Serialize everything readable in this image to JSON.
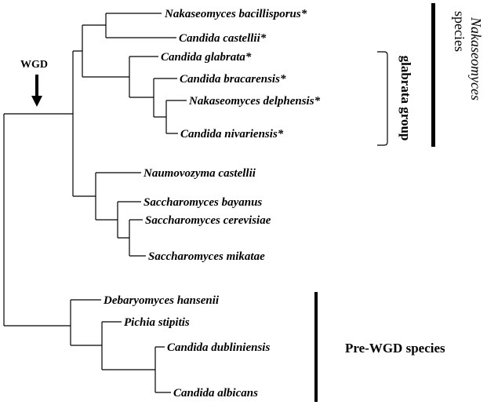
{
  "taxa": [
    "Nakaseomyces bacillisporus*",
    "Candida castellii*",
    "Candida glabrata*",
    "Candida bracarensis*",
    "Nakaseomyces delphensis*",
    "Candida nivariensis*",
    "Naumovozyma castellii",
    "Saccharomyces bayanus",
    "Saccharomyces cerevisiae",
    "Saccharomyces mikatae",
    "Debaryomyces hansenii",
    "Pichia stipitis",
    "Candida dubliniensis",
    "Candida albicans"
  ],
  "labels": {
    "wgd": "WGD",
    "glabrata_group": "glabrata group",
    "nakaseomyces_line1": "Nakaseomyces",
    "nakaseomyces_line2": "species",
    "pre_wgd": "Pre-WGD species"
  }
}
